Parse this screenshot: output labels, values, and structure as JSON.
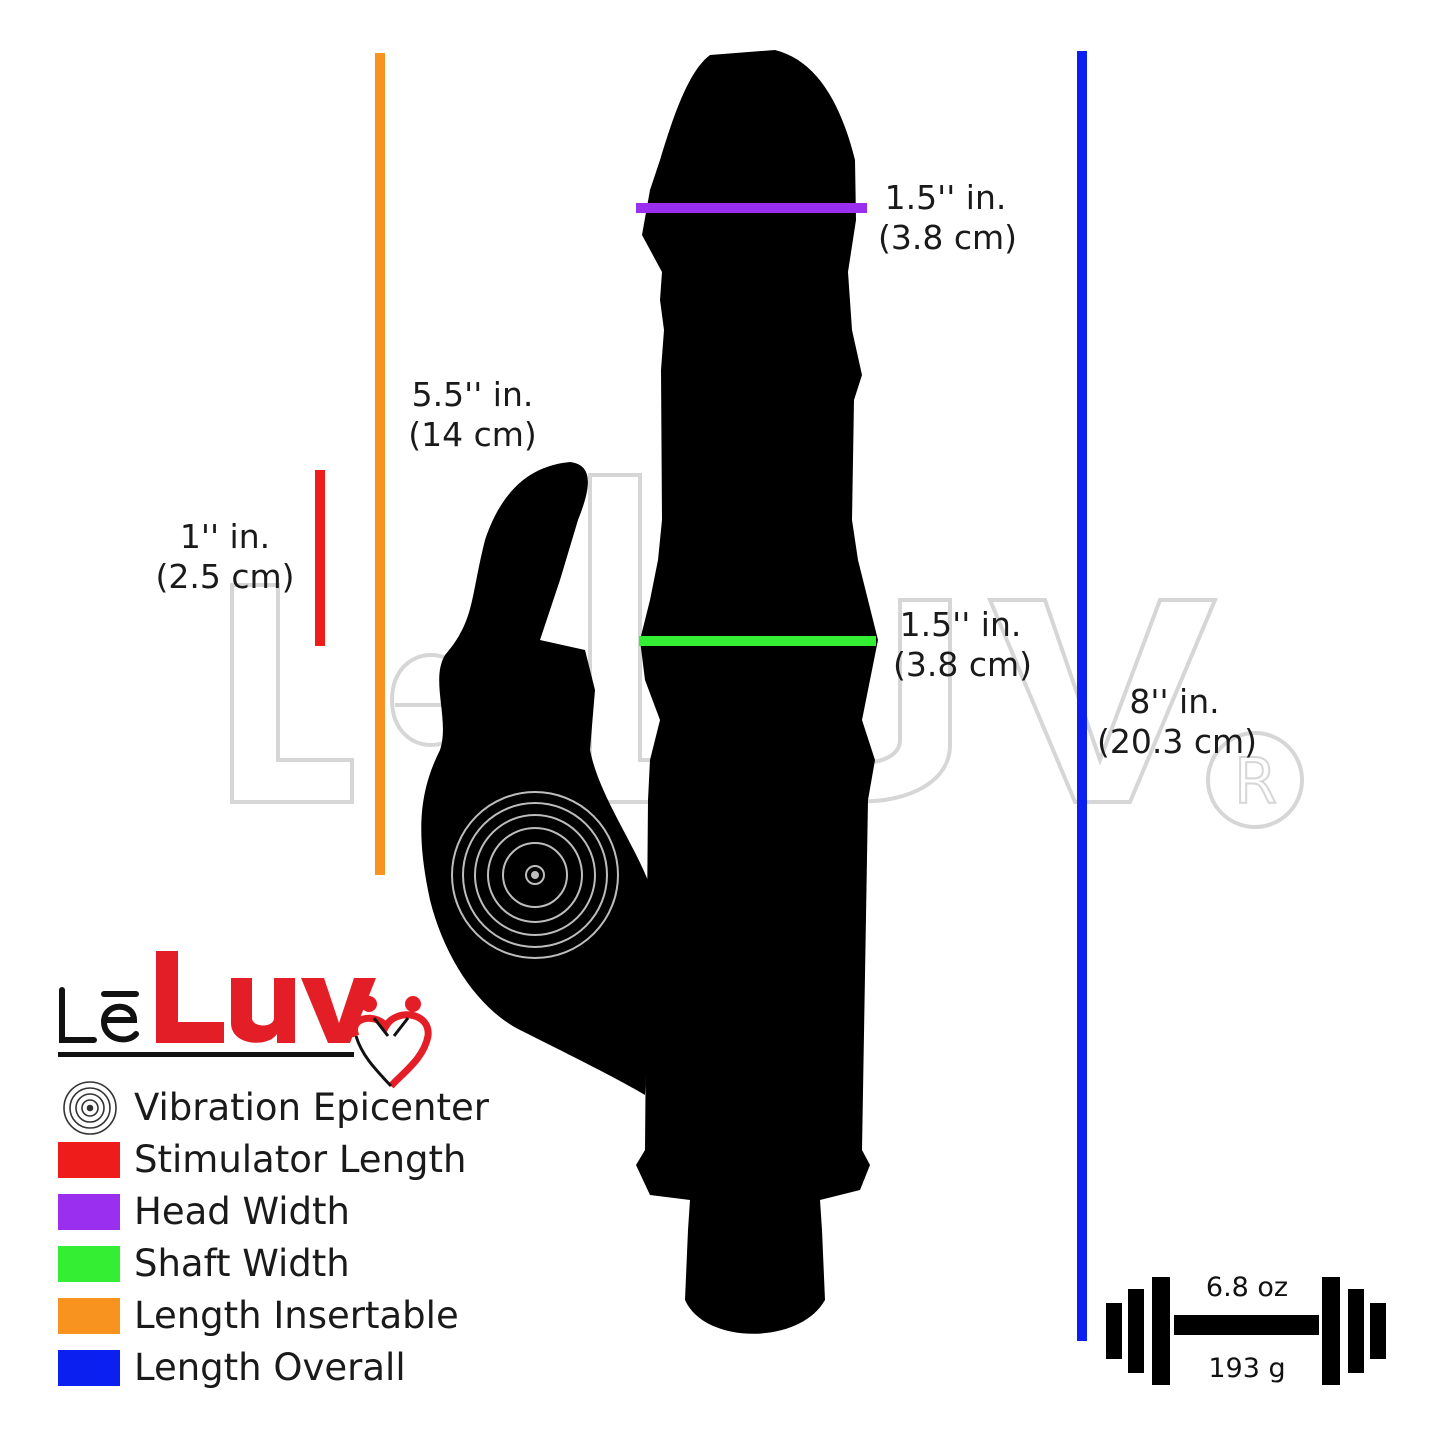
{
  "dimensions": {
    "head_width": {
      "inches": "1.5'' in.",
      "cm": "(3.8 cm)"
    },
    "shaft_width": {
      "inches": "1.5'' in.",
      "cm": "(3.8 cm)"
    },
    "length_insertable": {
      "inches": "5.5'' in.",
      "cm": "(14 cm)"
    },
    "stimulator_length": {
      "inches": "1'' in.",
      "cm": "(2.5 cm)"
    },
    "length_overall": {
      "inches": "8'' in.",
      "cm": "(20.3 cm)"
    }
  },
  "legend": [
    {
      "label": "Vibration Epicenter",
      "icon": "concentric-circles-icon"
    },
    {
      "label": "Stimulator Length",
      "color": "#ef1c1c"
    },
    {
      "label": "Head Width",
      "color": "#9b2ff0"
    },
    {
      "label": "Shaft Width",
      "color": "#33ee33"
    },
    {
      "label": "Length Insertable",
      "color": "#f7931e"
    },
    {
      "label": "Length Overall",
      "color": "#0a1ff0"
    }
  ],
  "weight": {
    "imperial": "6.8 oz",
    "metric": "193 g",
    "icon": "dumbbell-icon"
  },
  "brand": {
    "name": "LēLuv",
    "registered_mark": "®"
  },
  "colors": {
    "stimulator": "#ef1c1c",
    "head": "#9b2ff0",
    "shaft": "#33ee33",
    "insertable": "#f7931e",
    "overall": "#0a1ff0",
    "silhouette": "#000000"
  }
}
